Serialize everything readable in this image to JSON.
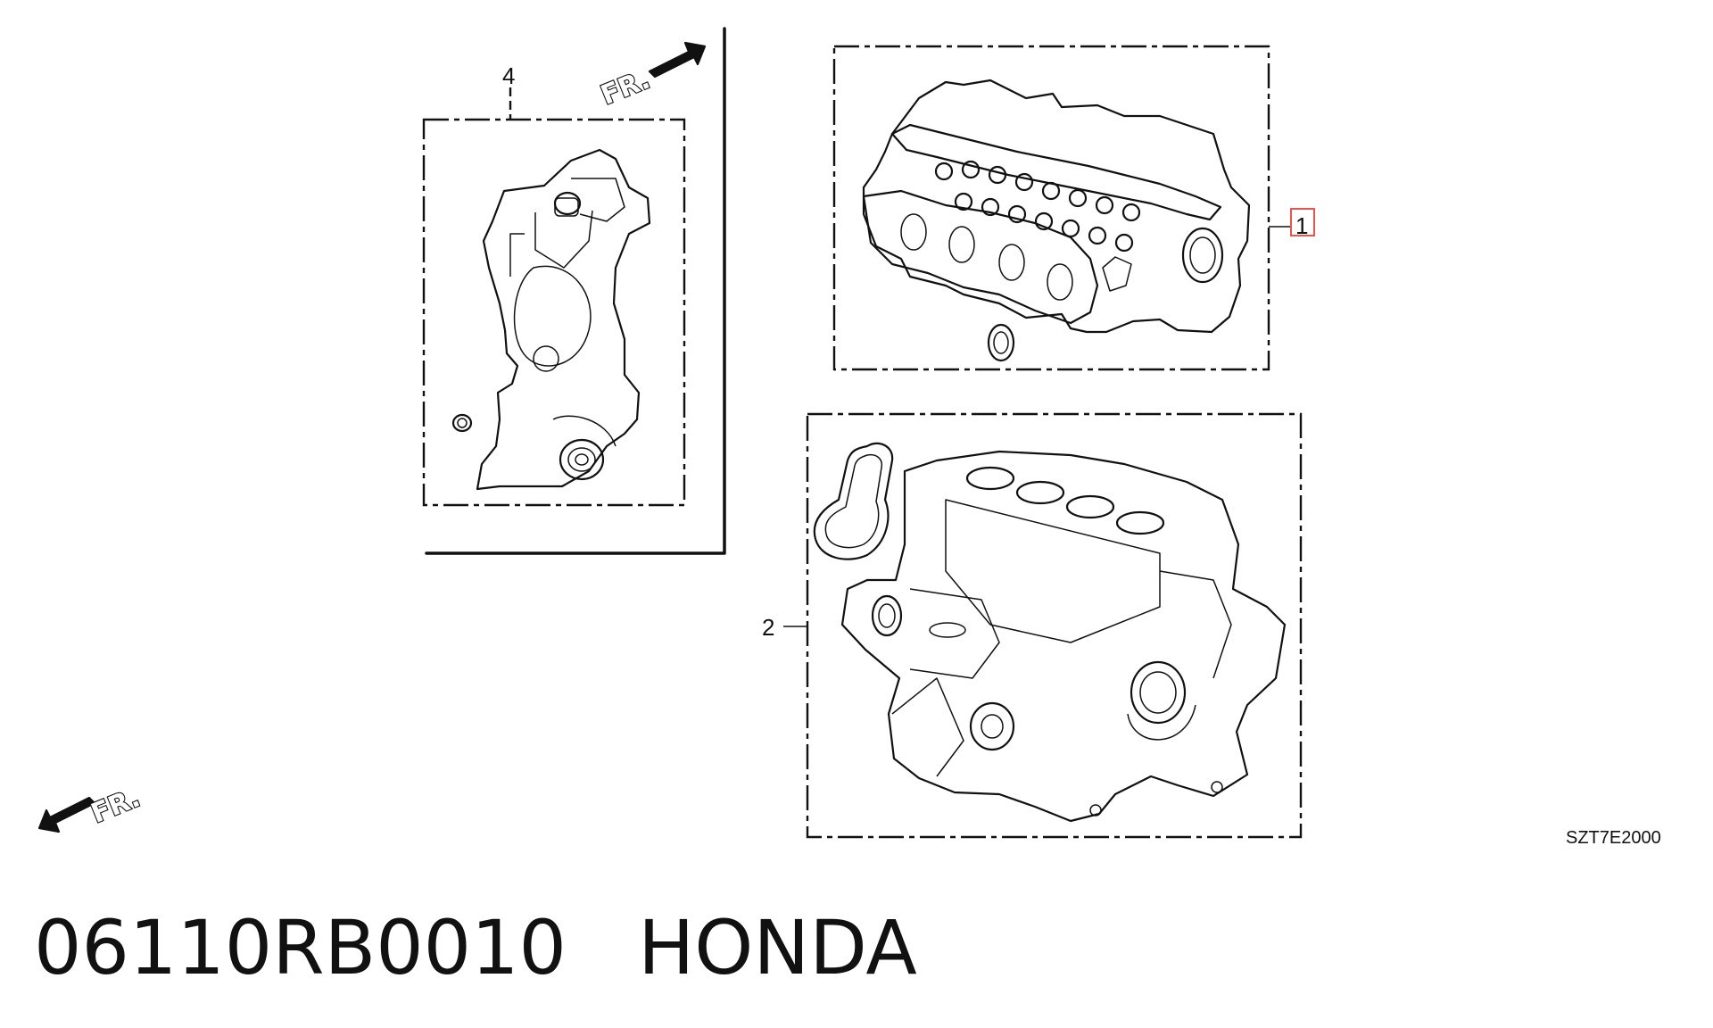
{
  "diagram": {
    "callouts": [
      {
        "id": "1",
        "label": "1",
        "highlighted": true
      },
      {
        "id": "2",
        "label": "2",
        "highlighted": false
      },
      {
        "id": "4",
        "label": "4",
        "highlighted": false
      }
    ],
    "front_arrows": [
      {
        "label": "FR.",
        "direction": "up-right"
      },
      {
        "label": "FR.",
        "direction": "down-left"
      }
    ],
    "figure_code": "SZT7E2000",
    "highlight_color": "#e8423b"
  },
  "caption": {
    "part_number": "06110RB0010",
    "brand": "HONDA"
  }
}
